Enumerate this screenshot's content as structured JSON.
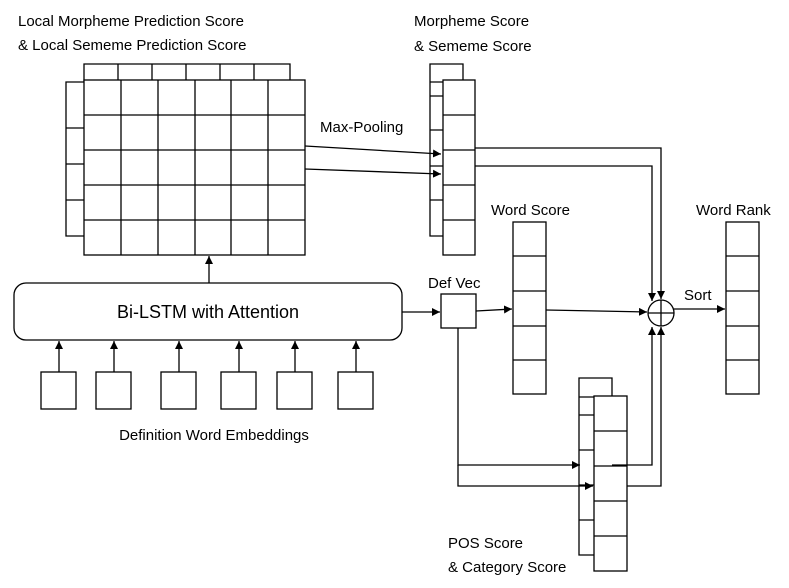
{
  "labels": {
    "local_scores_line1": "Local Morpheme Prediction Score",
    "local_scores_line2": "& Local Sememe Prediction Score",
    "morpheme_score_line1": "Morpheme Score",
    "morpheme_score_line2": "& Sememe Score",
    "max_pooling": "Max-Pooling",
    "word_score": "Word Score",
    "word_rank": "Word Rank",
    "bilstm": "Bi-LSTM with Attention",
    "def_vec": "Def Vec",
    "sort": "Sort",
    "definition_embeddings": "Definition Word Embeddings",
    "pos_score_line1": "POS Score",
    "pos_score_line2": "& Category Score"
  },
  "colors": {
    "stroke": "#000000",
    "fill": "#ffffff"
  }
}
